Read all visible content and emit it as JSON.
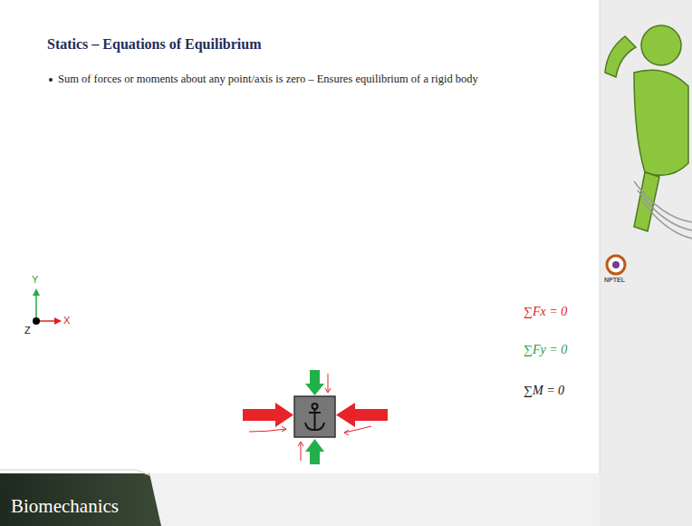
{
  "diagram": {
    "title": "Statics – Equations of Equilibrium",
    "labels": [
      "Sum of forces or moments about any point/axis is zero – Ensures equilibrium of a rigid body",
      "Y",
      "X",
      "Z",
      "∑Fx = 0",
      "∑Fy = 0",
      "∑M = 0",
      "NPTEL",
      "Biomechanics"
    ]
  }
}
